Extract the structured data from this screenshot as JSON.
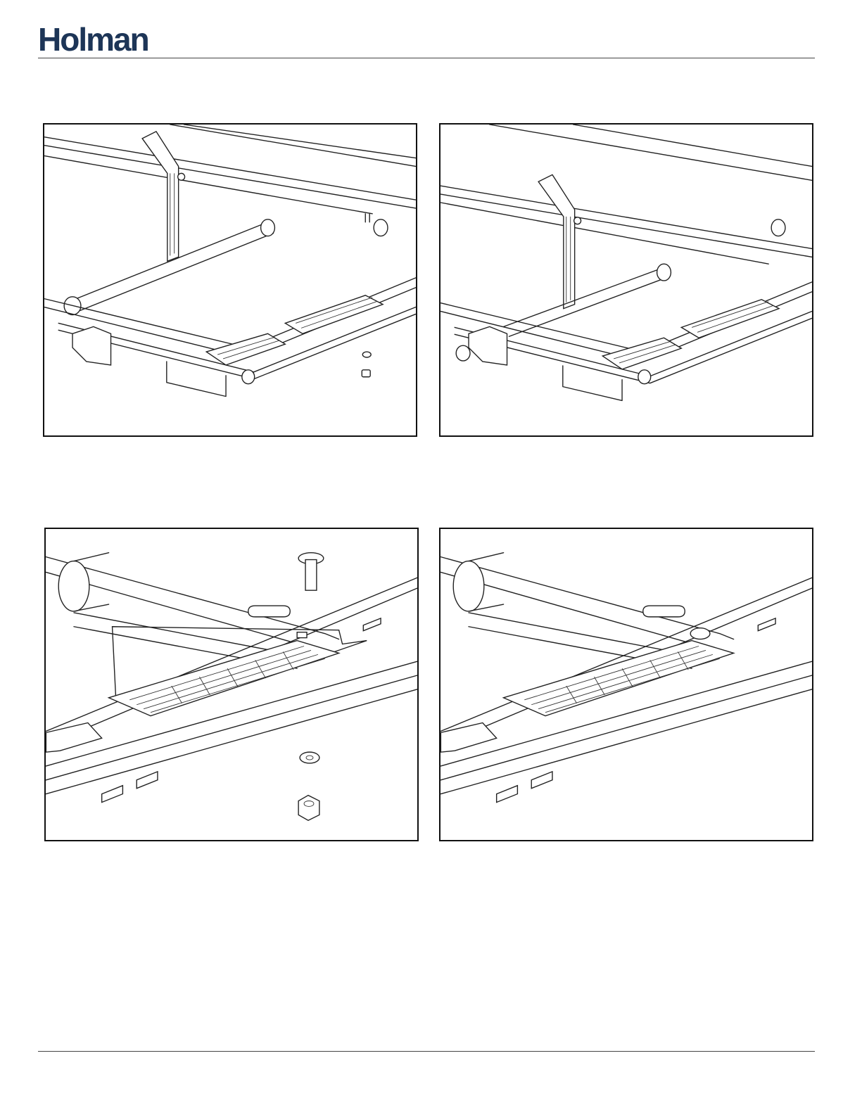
{
  "brand": {
    "name": "Holman",
    "color": "#1d3557"
  },
  "figures": [
    {
      "id": "top-left",
      "icon": "ladder-rack-exploded-illustration"
    },
    {
      "id": "top-right",
      "icon": "ladder-rack-assembled-illustration"
    },
    {
      "id": "bottom-left",
      "icon": "step-plate-bolt-exploded-illustration"
    },
    {
      "id": "bottom-right",
      "icon": "step-plate-bolt-installed-illustration"
    }
  ]
}
